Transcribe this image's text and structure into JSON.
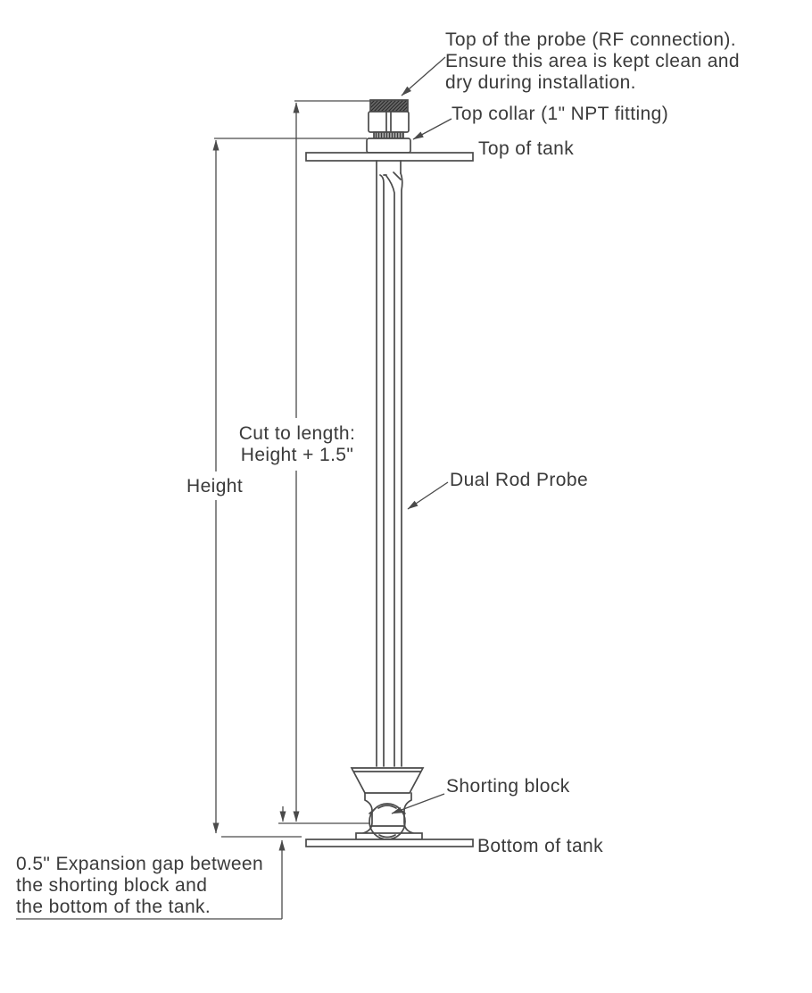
{
  "drawing": {
    "background_color": "#ffffff",
    "line_color": "#4a4a4a",
    "text_color": "#3a3a3a",
    "labels": {
      "probe_top_note_line1": "Top of the probe (RF connection).",
      "probe_top_note_line2": "Ensure this area is kept clean and",
      "probe_top_note_line3": "dry during installation.",
      "top_collar": "Top collar (1\" NPT fitting)",
      "top_of_tank": "Top of tank",
      "cut_to_length_line1": "Cut to length:",
      "cut_to_length_line2": "Height + 1.5\"",
      "height": "Height",
      "dual_rod_probe": "Dual Rod Probe",
      "shorting_block": "Shorting block",
      "bottom_of_tank": "Bottom of tank",
      "expansion_gap_line1": "0.5\" Expansion gap between",
      "expansion_gap_line2": "the shorting block and",
      "expansion_gap_line3": "the bottom of the tank."
    }
  }
}
